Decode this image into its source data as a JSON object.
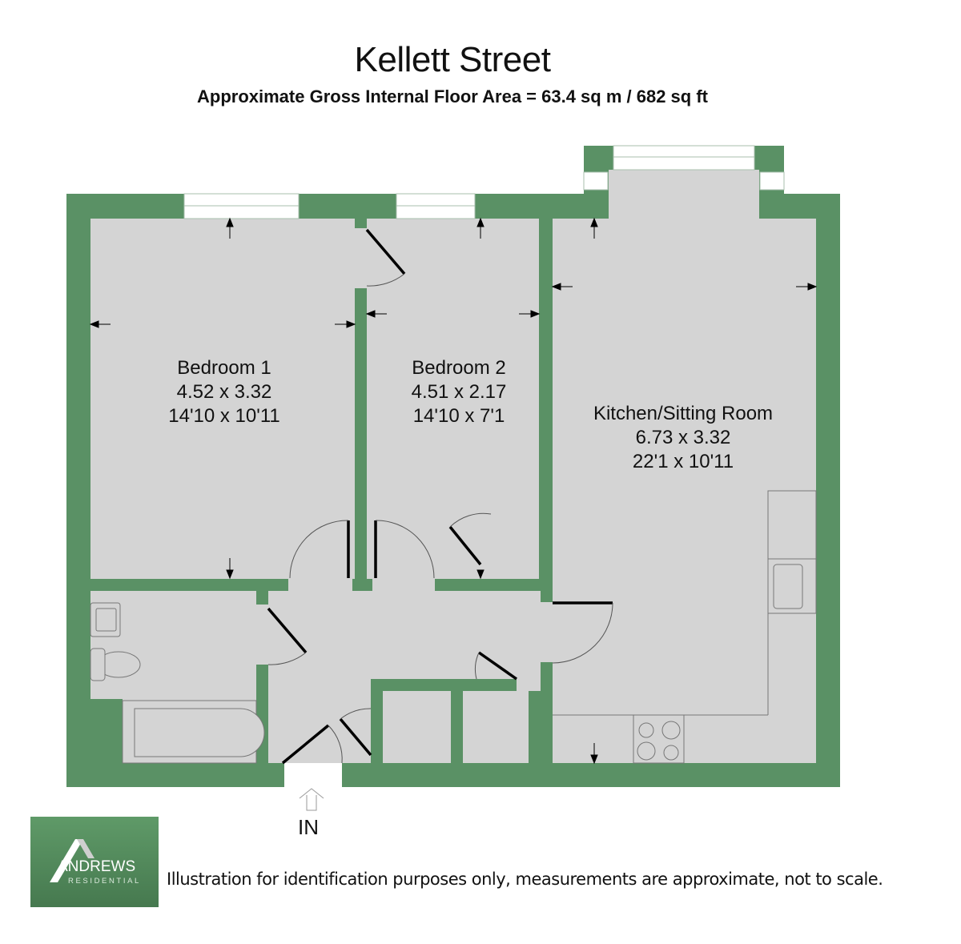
{
  "header": {
    "title": "Kellett Street",
    "subtitle": "Approximate Gross Internal Floor Area = 63.4 sq m / 682 sq ft"
  },
  "rooms": [
    {
      "name": "Bedroom 1",
      "metric": "4.52 x 3.32",
      "imperial": "14'10 x 10'11"
    },
    {
      "name": "Bedroom 2",
      "metric": "4.51 x 2.17",
      "imperial": "14'10 x 7'1"
    },
    {
      "name": "Kitchen/Sitting Room",
      "metric": "6.73 x 3.32",
      "imperial": "22'1 x 10'11"
    }
  ],
  "entrance": {
    "label": "IN",
    "icon": "up-arrow-icon"
  },
  "logo": {
    "brand": "ANDREWS",
    "sub": "RESIDENTIAL",
    "icon": "roof-icon"
  },
  "footer": {
    "disclaimer": "Illustration for identification purposes only, measurements are approximate, not to scale."
  },
  "colors": {
    "wall": "#5a9165",
    "floor": "#d4d4d4",
    "door": "#000000"
  }
}
